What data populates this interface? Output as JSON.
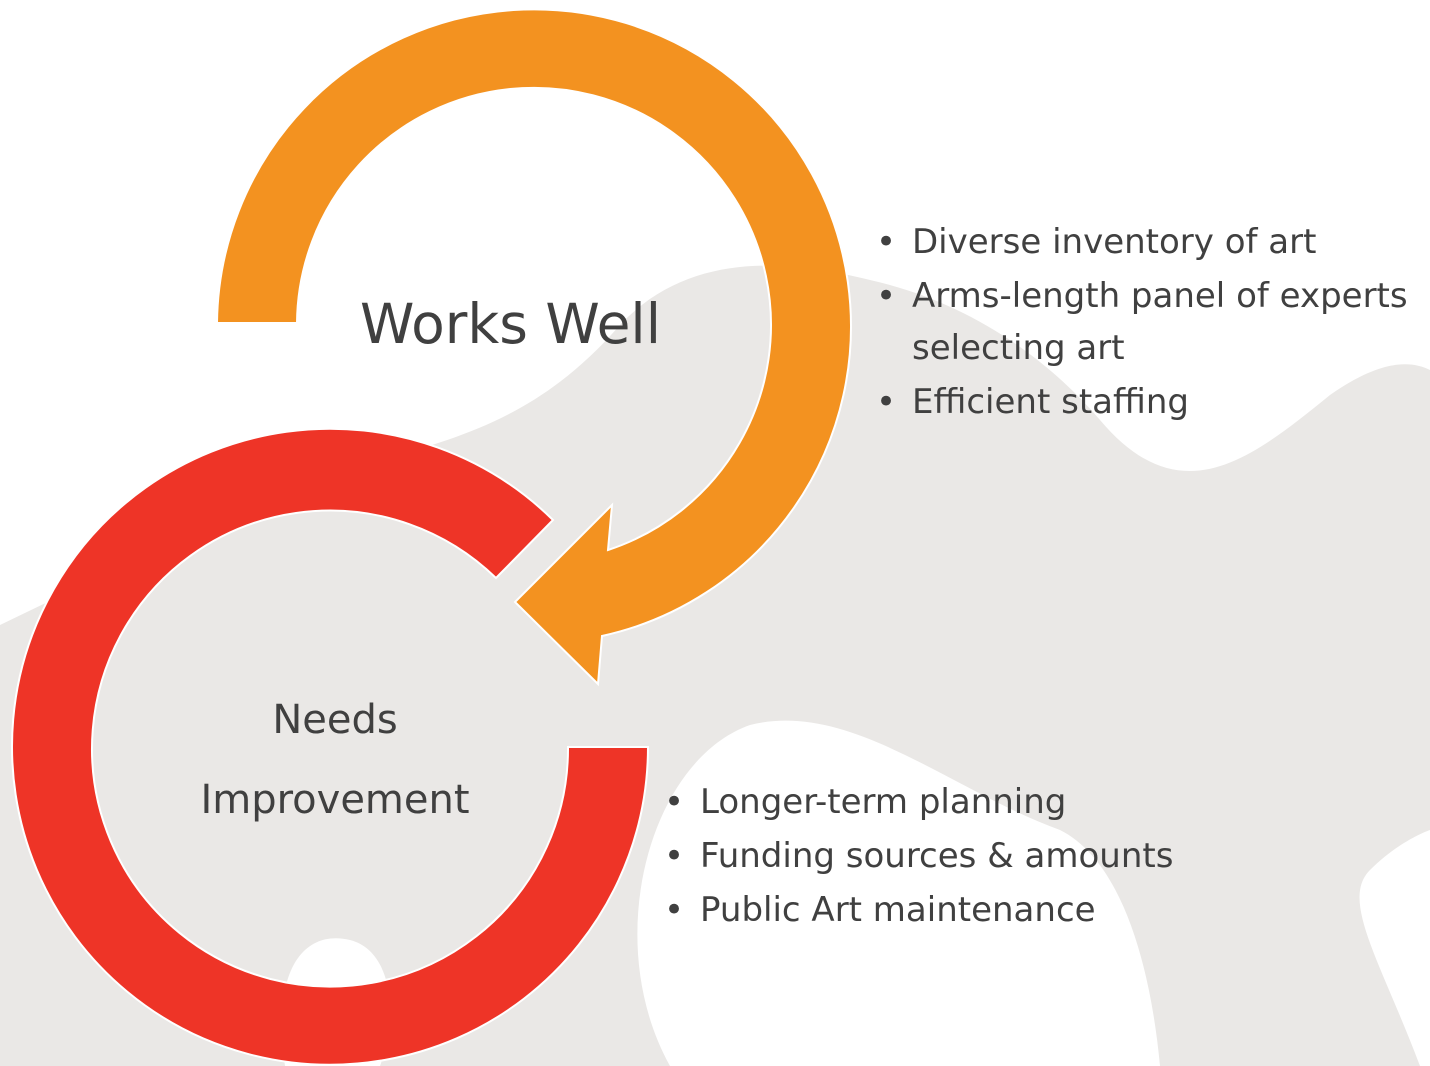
{
  "colors": {
    "works_arc": "#F39220",
    "needs_arc": "#EE3427",
    "background_shapes": "#EAE8E6",
    "text": "#404040"
  },
  "works_well": {
    "label": "Works Well",
    "items": [
      "Diverse inventory of art",
      "Arms-length panel of experts selecting art",
      "Efficient staffing"
    ]
  },
  "needs_improvement": {
    "label": "Needs Improvement",
    "items": [
      "Longer-term planning",
      "Funding sources & amounts",
      "Public Art maintenance"
    ]
  }
}
